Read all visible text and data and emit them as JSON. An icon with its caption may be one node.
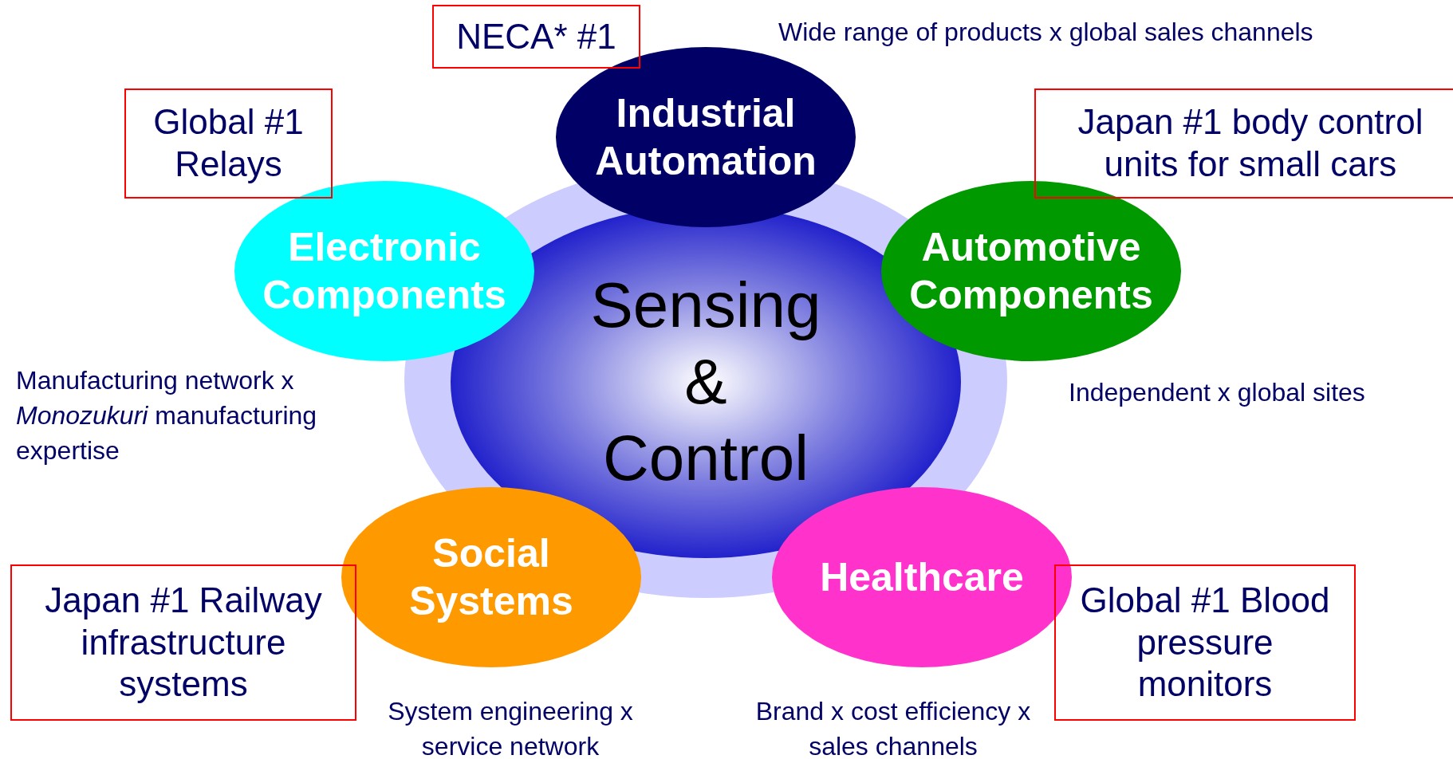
{
  "diagram": {
    "nodes": [
      {
        "text": [
          "Sensing & Control"
        ]
      },
      {
        "text": [
          "Industrial Automation"
        ],
        "beside": [
          "Wide range of products x global sales channels"
        ]
      },
      {
        "text": [
          "Electronic Components"
        ],
        "beside": [
          "Manufacturing network x *Monozukuri* manufacturing expertise"
        ]
      },
      {
        "text": [
          "Automotive Components"
        ],
        "beside": [
          "Independent x global sites"
        ]
      },
      {
        "text": [
          "Social Systems"
        ],
        "beside": [
          "System engineering x service network"
        ]
      },
      {
        "text": [
          "Healthcare"
        ],
        "beside": [
          "Brand x cost efficiency x sales channels"
        ]
      },
      {
        "text": [
          "NECA* #1"
        ]
      },
      {
        "text": [
          "Global #1 Relays"
        ]
      },
      {
        "text": [
          "Japan #1 body control units for small cars"
        ]
      },
      {
        "text": [
          "Japan #1 Railway infrastructure systems"
        ]
      },
      {
        "text": [
          "Global #1 Blood pressure monitors"
        ]
      }
    ]
  }
}
